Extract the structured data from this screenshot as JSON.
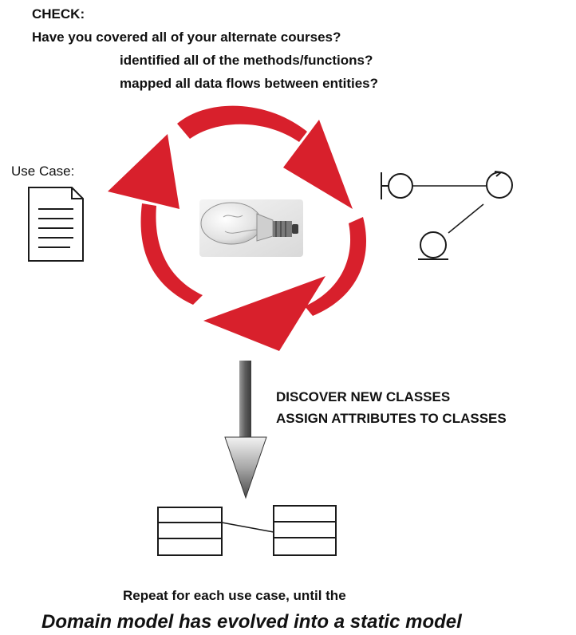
{
  "check": {
    "title": "CHECK:",
    "questions": [
      "Have you covered all of your alternate courses?",
      "identified all of the methods/functions?",
      "mapped all data flows between entities?"
    ]
  },
  "use_case": {
    "label": "Use Case:"
  },
  "actions": {
    "line1": "DISCOVER NEW CLASSES",
    "line2": "ASSIGN ATTRIBUTES TO CLASSES"
  },
  "footer": {
    "line1": "Repeat for each use case, until the",
    "line2": "Domain model has evolved into a static model"
  },
  "colors": {
    "cycle_arrow": "#d8202c",
    "down_arrow": "#6e6e6e",
    "stroke": "#1a1a1a"
  }
}
